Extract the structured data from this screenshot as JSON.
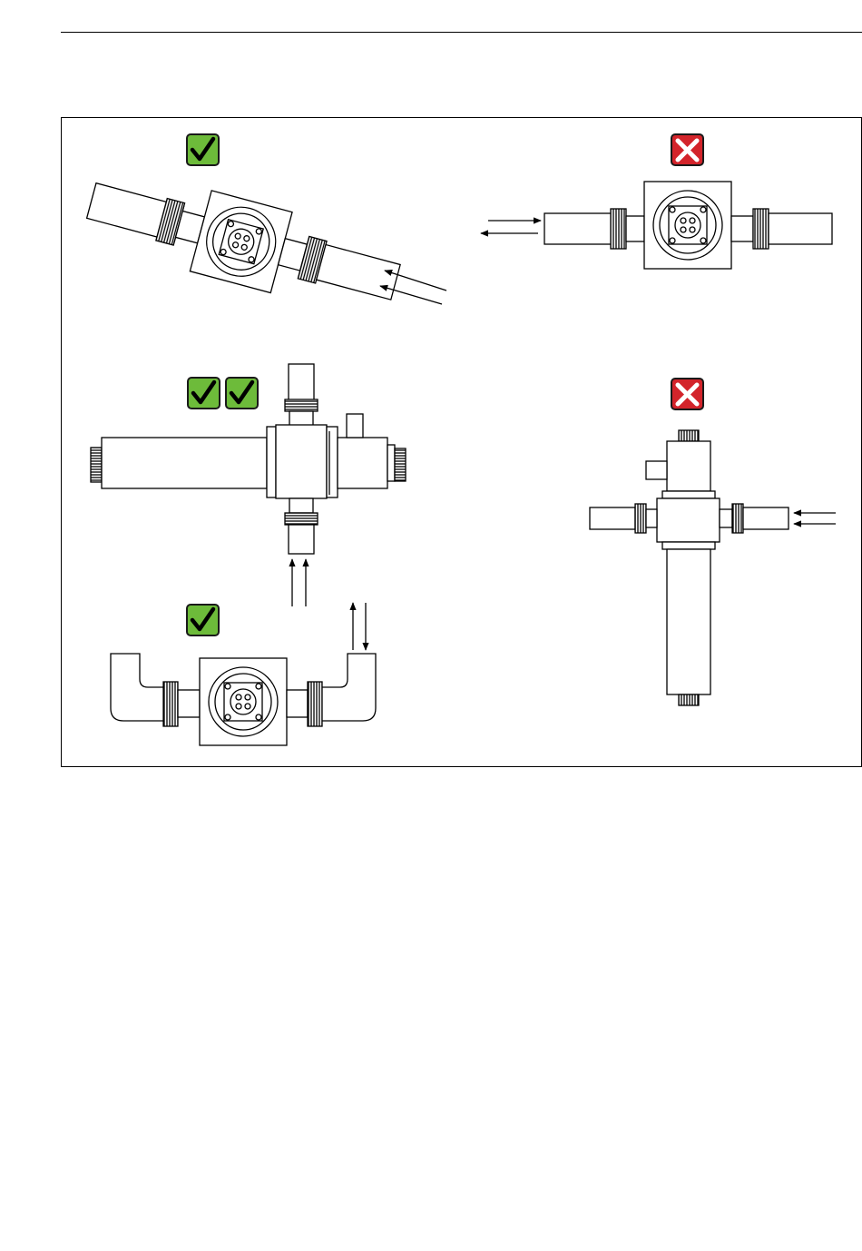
{
  "figure": {
    "panels": [
      {
        "id": "tilted-horizontal",
        "verdict": "correct",
        "verdict_icon": "check-icon",
        "check_count": 1
      },
      {
        "id": "horizontal-level",
        "verdict": "incorrect",
        "verdict_icon": "cross-icon",
        "check_count": 0
      },
      {
        "id": "vertical-upflow",
        "verdict": "recommended",
        "verdict_icon": "double-check-icon",
        "check_count": 2
      },
      {
        "id": "horizontal-vertical-outlet",
        "verdict": "incorrect",
        "verdict_icon": "cross-icon",
        "check_count": 0
      },
      {
        "id": "u-bend-loop",
        "verdict": "correct",
        "verdict_icon": "check-icon",
        "check_count": 1
      }
    ],
    "colors": {
      "check_bg": "#6dbb3a",
      "cross_bg": "#d3242b",
      "line": "#000000"
    }
  }
}
